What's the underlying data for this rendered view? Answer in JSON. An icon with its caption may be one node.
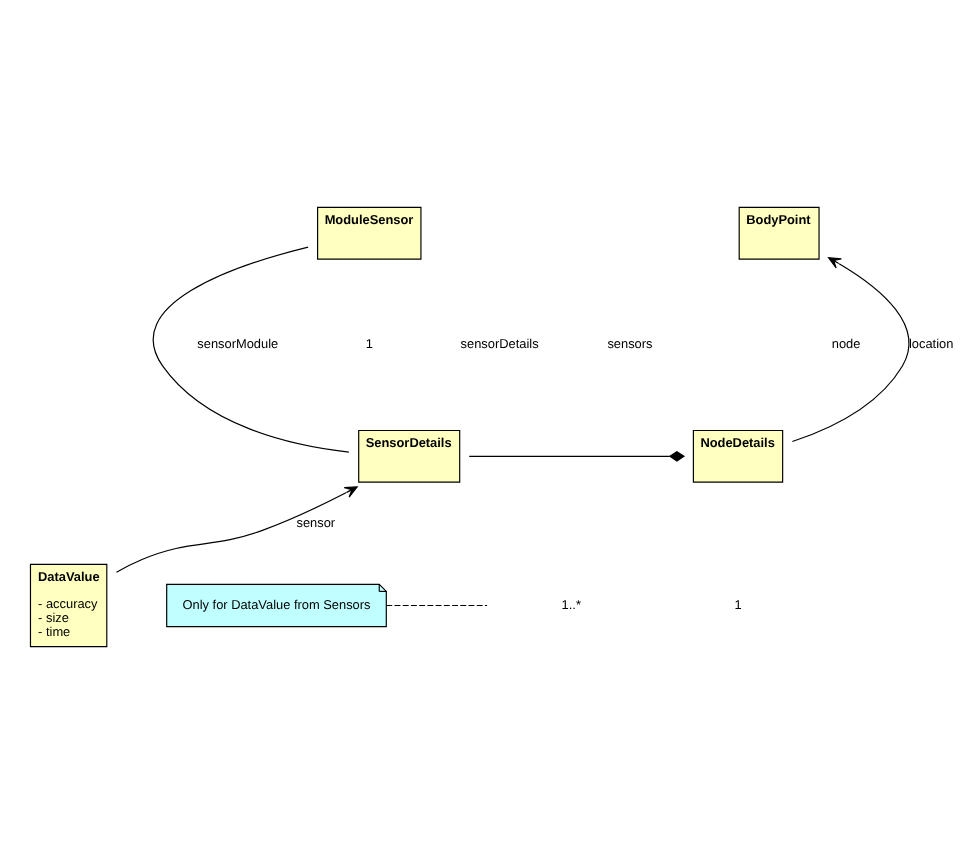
{
  "diagram": {
    "nodes": [
      {
        "text": [
          "ModuleSensor"
        ]
      },
      {
        "text": [
          "BodyPoint"
        ]
      },
      {
        "text": [
          "SensorDetails"
        ]
      },
      {
        "text": [
          "NodeDetails"
        ]
      },
      {
        "text": [
          "DataValue",
          "- accuracy",
          "- size",
          "- time"
        ]
      },
      {
        "text": [
          "Only for DataValue from Sensors"
        ]
      }
    ],
    "edges": [
      {
        "from": 0,
        "to": 2,
        "arrow": "none"
      },
      {
        "from": 2,
        "to": 3,
        "arrow": "other"
      },
      {
        "from": 3,
        "to": 1,
        "arrow": "to",
        "label": "location"
      },
      {
        "from": 4,
        "to": 2,
        "arrow": "to",
        "label": "sensor"
      },
      {
        "from": 5,
        "to": null,
        "arrow": "none",
        "style": "dashed"
      }
    ],
    "labels": [
      "sensorModule",
      "1",
      "sensorDetails",
      "sensors",
      "node",
      "1..*",
      "1"
    ]
  }
}
